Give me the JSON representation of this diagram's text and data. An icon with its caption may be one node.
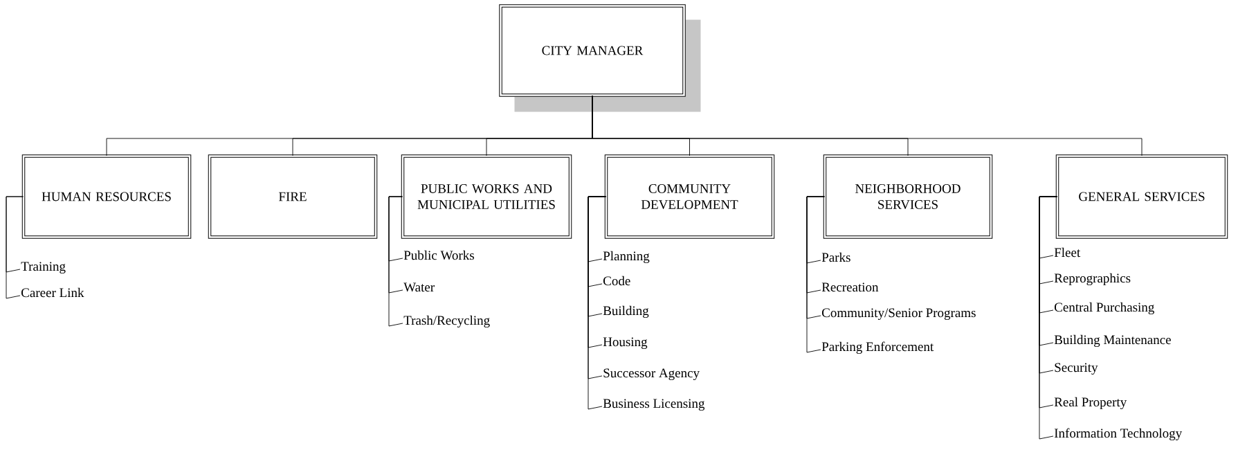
{
  "diagram": {
    "nodes": [
      {
        "text": [
          "CITY MANAGER"
        ]
      },
      {
        "text": [
          "HUMAN RESOURCES"
        ]
      },
      {
        "text": [
          "FIRE"
        ]
      },
      {
        "text": [
          "PUBLIC WORKS AND MUNICIPAL UTILITIES"
        ]
      },
      {
        "text": [
          "COMMUNITY DEVELOPMENT"
        ]
      },
      {
        "text": [
          "NEIGHBORHOOD SERVICES"
        ]
      },
      {
        "text": [
          "GENERAL SERVICES"
        ]
      },
      {
        "text": [
          "Training"
        ]
      },
      {
        "text": [
          "Career Link"
        ]
      },
      {
        "text": [
          "Public Works"
        ]
      },
      {
        "text": [
          "Water"
        ]
      },
      {
        "text": [
          "Trash/Recycling"
        ]
      },
      {
        "text": [
          "Planning"
        ]
      },
      {
        "text": [
          "Code"
        ]
      },
      {
        "text": [
          "Building"
        ]
      },
      {
        "text": [
          "Housing"
        ]
      },
      {
        "text": [
          "Successor Agency"
        ]
      },
      {
        "text": [
          "Business Licensing"
        ]
      },
      {
        "text": [
          "Parks"
        ]
      },
      {
        "text": [
          "Recreation"
        ]
      },
      {
        "text": [
          "Community/Senior Programs"
        ]
      },
      {
        "text": [
          "Parking Enforcement"
        ]
      },
      {
        "text": [
          "Fleet"
        ]
      },
      {
        "text": [
          "Reprographics"
        ]
      },
      {
        "text": [
          "Central Purchasing"
        ]
      },
      {
        "text": [
          "Building Maintenance"
        ]
      },
      {
        "text": [
          "Security"
        ]
      },
      {
        "text": [
          "Real Property"
        ]
      },
      {
        "text": [
          "Information Technology"
        ]
      }
    ],
    "edges": [
      {
        "from": 0,
        "to": 1,
        "arrow": "none"
      },
      {
        "from": 0,
        "to": 2,
        "arrow": "none"
      },
      {
        "from": 0,
        "to": 3,
        "arrow": "none"
      },
      {
        "from": 0,
        "to": 4,
        "arrow": "none"
      },
      {
        "from": 0,
        "to": 5,
        "arrow": "none"
      },
      {
        "from": 0,
        "to": 6,
        "arrow": "none"
      },
      {
        "from": 1,
        "to": 7,
        "arrow": "none"
      },
      {
        "from": 1,
        "to": 8,
        "arrow": "none"
      },
      {
        "from": 3,
        "to": 9,
        "arrow": "none"
      },
      {
        "from": 3,
        "to": 10,
        "arrow": "none"
      },
      {
        "from": 3,
        "to": 11,
        "arrow": "none"
      },
      {
        "from": 4,
        "to": 12,
        "arrow": "none"
      },
      {
        "from": 4,
        "to": 13,
        "arrow": "none"
      },
      {
        "from": 4,
        "to": 14,
        "arrow": "none"
      },
      {
        "from": 4,
        "to": 15,
        "arrow": "none"
      },
      {
        "from": 4,
        "to": 16,
        "arrow": "none"
      },
      {
        "from": 4,
        "to": 17,
        "arrow": "none"
      },
      {
        "from": 5,
        "to": 18,
        "arrow": "none"
      },
      {
        "from": 5,
        "to": 19,
        "arrow": "none"
      },
      {
        "from": 5,
        "to": 20,
        "arrow": "none"
      },
      {
        "from": 5,
        "to": 21,
        "arrow": "none"
      },
      {
        "from": 6,
        "to": 22,
        "arrow": "none"
      },
      {
        "from": 6,
        "to": 23,
        "arrow": "none"
      },
      {
        "from": 6,
        "to": 24,
        "arrow": "none"
      },
      {
        "from": 6,
        "to": 25,
        "arrow": "none"
      },
      {
        "from": 6,
        "to": 26,
        "arrow": "none"
      },
      {
        "from": 6,
        "to": 27,
        "arrow": "none"
      },
      {
        "from": 6,
        "to": 28,
        "arrow": "none"
      }
    ]
  }
}
